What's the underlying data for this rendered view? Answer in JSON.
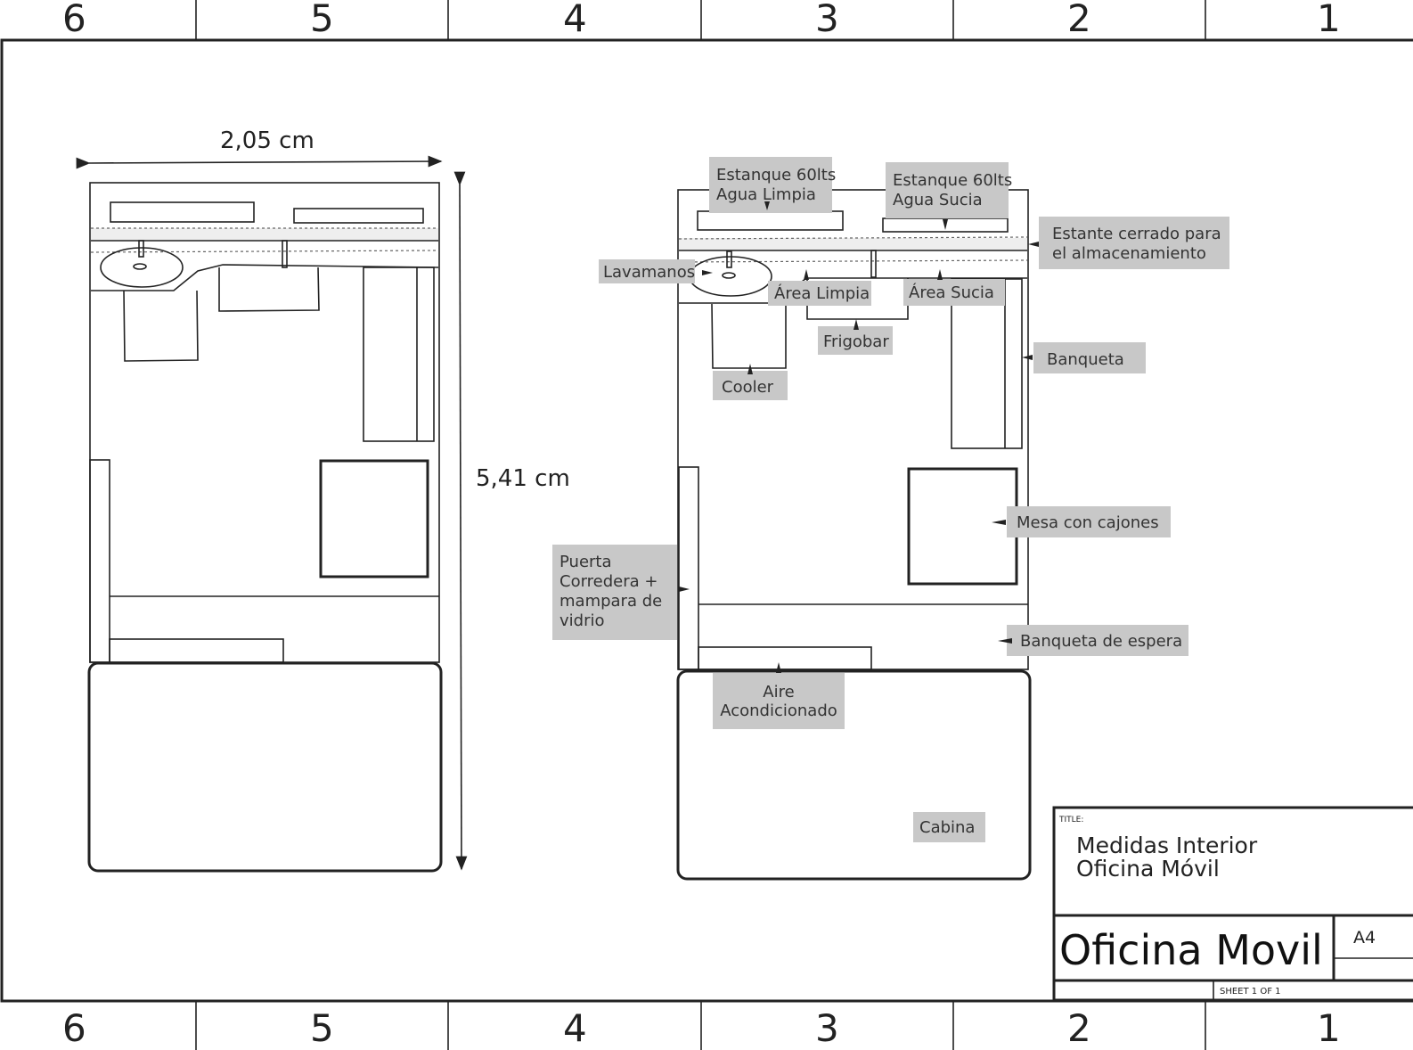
{
  "zones": {
    "top": [
      "6",
      "5",
      "4",
      "3",
      "2",
      "1"
    ],
    "bottom": [
      "6",
      "5",
      "4",
      "3",
      "2",
      "1"
    ]
  },
  "dimensions": {
    "width": "2,05 cm",
    "height": "5,41 cm"
  },
  "labels": {
    "tank_clean": [
      "Estanque 60lts",
      "Agua Limpia"
    ],
    "tank_dirty": [
      "Estanque 60lts",
      "Agua Sucia"
    ],
    "shelf": [
      "Estante cerrado para",
      "el almacenamiento"
    ],
    "sink": "Lavamanos",
    "clean_area": "Área Limpia",
    "dirty_area": "Área Sucia",
    "minibar": "Frigobar",
    "cooler": "Cooler",
    "bench": "Banqueta",
    "desk": "Mesa con cajones",
    "door": [
      "Puerta",
      "Corredera +",
      "mampara de",
      "vidrio"
    ],
    "waiting_bench": "Banqueta de espera",
    "ac": [
      "Aire",
      "Acondicionado"
    ],
    "cabin": "Cabina"
  },
  "title_block": {
    "title_label": "TITLE:",
    "title": [
      "Medidas  Interior",
      "Oficina Móvil"
    ],
    "name": "Oficina Movil",
    "size": "A4",
    "sheet": "SHEET 1 OF 1"
  }
}
